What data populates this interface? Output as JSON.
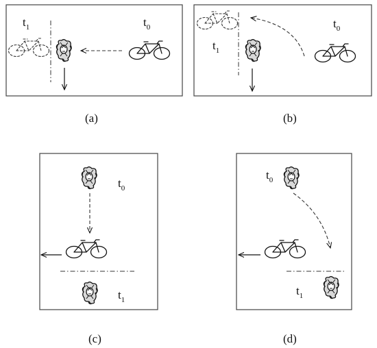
{
  "panels": [
    {
      "caption": "(a)",
      "labels": {
        "t0": {
          "base": "t",
          "sub": "0"
        },
        "t1": {
          "base": "t",
          "sub": "1"
        }
      }
    },
    {
      "caption": "(b)",
      "labels": {
        "t0": {
          "base": "t",
          "sub": "0"
        },
        "t1": {
          "base": "t",
          "sub": "1"
        }
      }
    },
    {
      "caption": "(c)",
      "labels": {
        "t0": {
          "base": "t",
          "sub": "0"
        },
        "t1": {
          "base": "t",
          "sub": "1"
        }
      }
    },
    {
      "caption": "(d)",
      "labels": {
        "t0": {
          "base": "t",
          "sub": "0"
        },
        "t1": {
          "base": "t",
          "sub": "1"
        }
      }
    }
  ]
}
